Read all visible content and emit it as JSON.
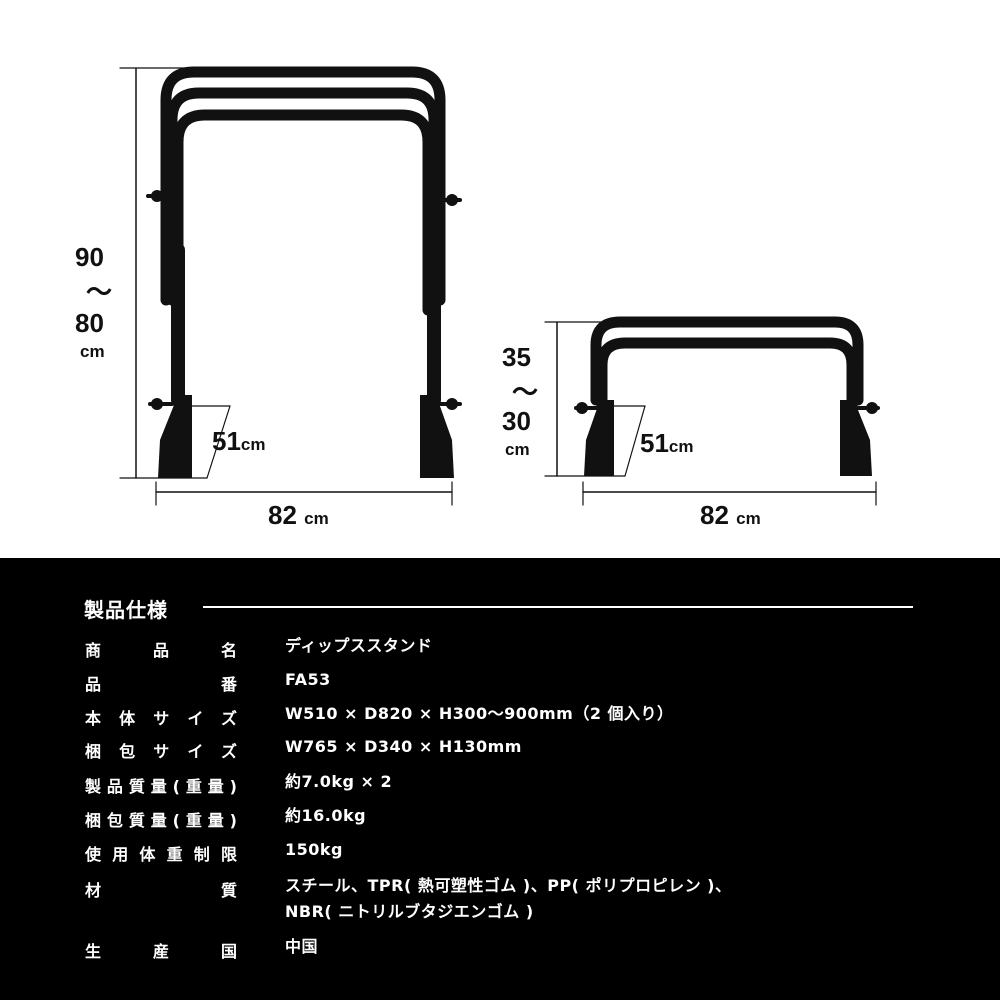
{
  "illustration": {
    "tall_height_top": "90",
    "tall_height_sep": "～",
    "tall_height_bottom": "80",
    "tall_height_unit": "cm",
    "tall_depth": "51",
    "tall_depth_unit": "cm",
    "tall_width": "82",
    "tall_width_unit": "cm",
    "short_height_top": "35",
    "short_height_sep": "～",
    "short_height_bottom": "30",
    "short_height_unit": "cm",
    "short_depth": "51",
    "short_depth_unit": "cm",
    "short_width": "82",
    "short_width_unit": "cm",
    "product_color": "#111111"
  },
  "spec": {
    "title": "製品仕様",
    "rows": [
      {
        "label": "商品名",
        "value": "ディップススタンド"
      },
      {
        "label": "品番",
        "value": "FA53"
      },
      {
        "label": "本体サイズ",
        "value": "W510 × D820 × H300～900mm（2 個入り）"
      },
      {
        "label": "梱包サイズ",
        "value": "W765 × D340 × H130mm"
      },
      {
        "label": "製品質量(重量)",
        "value": "約7.0kg × 2"
      },
      {
        "label": "梱包質量(重量)",
        "value": "約16.0kg"
      },
      {
        "label": "使用体重制限",
        "value": "150kg"
      },
      {
        "label": "材質",
        "value": "スチール、TPR( 熱可塑性ゴム )、PP( ポリプロピレン )、",
        "value2": "NBR( ニトリルブタジエンゴム )"
      },
      {
        "label": "生産国",
        "value": "中国"
      }
    ]
  }
}
